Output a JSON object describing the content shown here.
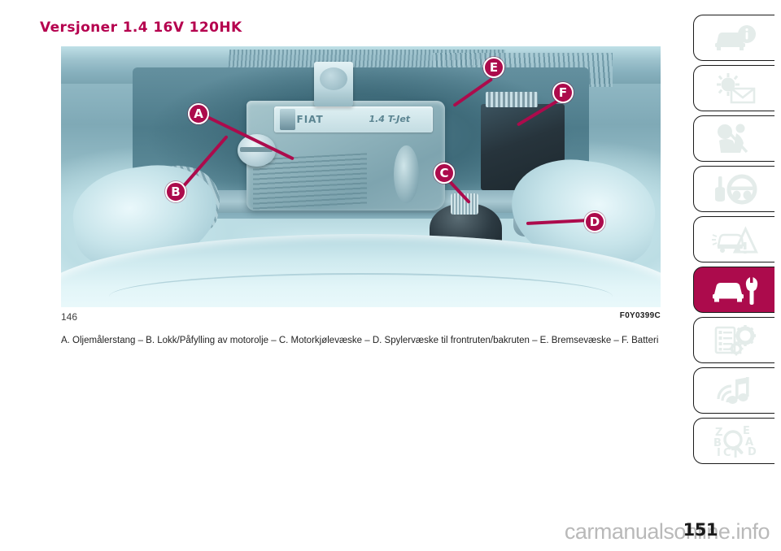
{
  "document": {
    "title": "Versjoner 1.4 16V 120HK",
    "page_number": "151",
    "watermark": "carmanualsonline.info"
  },
  "figure": {
    "number": "146",
    "code": "F0Y0399C",
    "engine_badge_brand": "FIAT",
    "engine_badge_model": "1.4 T-Jet",
    "caption": "A. Oljemålerstang – B. Lokk/Påfylling av motorolje – C. Motorkjølevæske – D. Spylervæske til frontruten/bakruten – E. Bremsevæske – F. Batteri",
    "callouts": [
      {
        "letter": "A",
        "target": "oljemalerstang"
      },
      {
        "letter": "B",
        "target": "lokk-pafylling-motorolje"
      },
      {
        "letter": "C",
        "target": "motorkjolevaeske"
      },
      {
        "letter": "D",
        "target": "spylervaeske"
      },
      {
        "letter": "E",
        "target": "bremsevaeske"
      },
      {
        "letter": "F",
        "target": "batteri"
      }
    ]
  },
  "sidebar": {
    "active_index": 5,
    "tabs": [
      {
        "icon": "car-info-icon",
        "name": "tab-bli-kjent-med-bilen"
      },
      {
        "icon": "dashboard-mail-icon",
        "name": "tab-bli-kjent-med-dashbordet"
      },
      {
        "icon": "passenger-safety-icon",
        "name": "tab-sikkerhet"
      },
      {
        "icon": "steering-key-icon",
        "name": "tab-start-og-kjoring"
      },
      {
        "icon": "warning-breakdown-icon",
        "name": "tab-i-nodsfall"
      },
      {
        "icon": "car-wrench-icon",
        "name": "tab-vedlikehold-og-stell"
      },
      {
        "icon": "specs-gears-icon",
        "name": "tab-tekniske-data"
      },
      {
        "icon": "multimedia-icon",
        "name": "tab-multimedia"
      },
      {
        "icon": "index-search-icon",
        "name": "tab-alfabetisk-register"
      }
    ]
  },
  "colors": {
    "accent": "#ac0b4c",
    "title": "#b5004e",
    "photo_base": "#7fa9b6",
    "icon_idle": "#e4ecea",
    "icon_active": "#ffffff",
    "watermark": "#b9b9b9"
  }
}
